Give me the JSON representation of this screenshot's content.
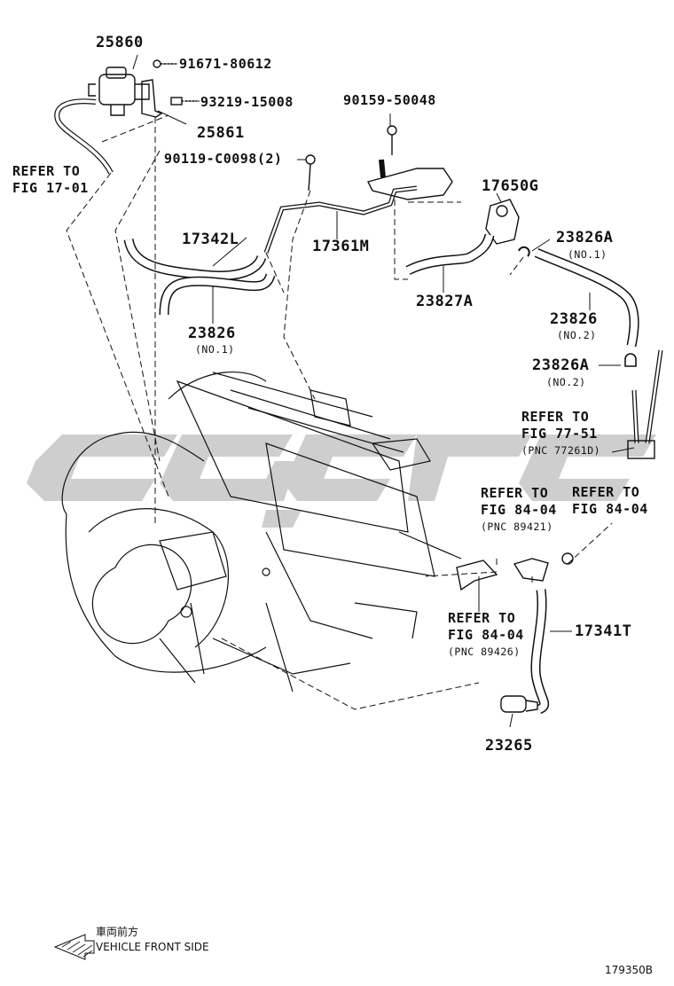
{
  "labels": {
    "p25860": "25860",
    "p91671": "91671-80612",
    "p93219": "93219-15008",
    "p25861": "25861",
    "p90159": "90159-50048",
    "p90119": "90119-C0098(2)",
    "p17650G": "17650G",
    "p23826A_1": "23826A",
    "p23826A_1_sub": "(NO.1)",
    "p17342L": "17342L",
    "p17361M": "17361M",
    "p23827A": "23827A",
    "p23826_1": "23826",
    "p23826_1_sub": "(NO.1)",
    "p23826_2": "23826",
    "p23826_2_sub": "(NO.2)",
    "p23826A_2": "23826A",
    "p23826A_2_sub": "(NO.2)",
    "p17341T": "17341T",
    "p23265": "23265"
  },
  "refs": {
    "fig1701_line1": "REFER TO",
    "fig1701_line2": "FIG 17-01",
    "fig7751_line1": "REFER TO",
    "fig7751_line2": "FIG 77-51",
    "fig7751_pnc": "(PNC 77261D)",
    "fig8404a_line1": "REFER TO",
    "fig8404a_line2": "FIG 84-04",
    "fig8404a_pnc": "(PNC 89421)",
    "fig8404b_line1": "REFER TO",
    "fig8404b_line2": "FIG 84-04",
    "fig8404c_line1": "REFER TO",
    "fig8404c_line2": "FIG 84-04",
    "fig8404c_pnc": "(PNC 89426)"
  },
  "footer": {
    "direction_jp": "車両前方",
    "direction_en": "VEHICLE FRONT SIDE",
    "figure_id": "179350B"
  },
  "colors": {
    "ink": "#111111",
    "watermark": "#c8c8c8"
  }
}
